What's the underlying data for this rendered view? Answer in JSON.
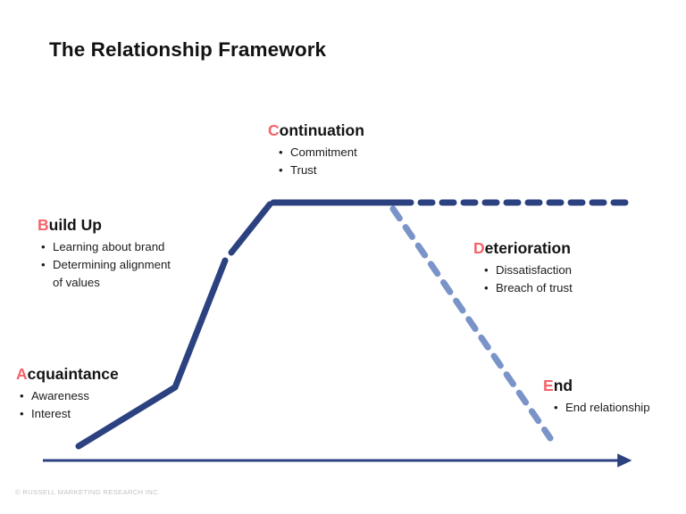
{
  "slide": {
    "title": "The Relationship Framework",
    "footer": "© RUSSELL MARKETING RESEARCH INC.",
    "background_color": "#ffffff",
    "accent_color": "#F4636B",
    "line_color_primary": "#2C4180",
    "line_color_secondary": "#7A93C8",
    "text_color": "#1a1a1a"
  },
  "stages": [
    {
      "id": "acquaintance",
      "accent_letter": "A",
      "rest_of_heading": "cquaintance",
      "heading": "Acquaintance",
      "bullets": [
        "Awareness",
        "Interest"
      ]
    },
    {
      "id": "buildup",
      "accent_letter": "B",
      "rest_of_heading": "uild Up",
      "heading": "Build Up",
      "bullets": [
        "Learning about brand",
        "Determining alignment\nof values"
      ]
    },
    {
      "id": "continuation",
      "accent_letter": "C",
      "rest_of_heading": "ontinuation",
      "heading": "Continuation",
      "bullets": [
        "Commitment",
        "Trust"
      ]
    },
    {
      "id": "deterioration",
      "accent_letter": "D",
      "rest_of_heading": "eterioration",
      "heading": "Deterioration",
      "bullets": [
        "Dissatisfaction",
        "Breach of trust"
      ]
    },
    {
      "id": "end",
      "accent_letter": "E",
      "rest_of_heading": "nd",
      "heading": "End",
      "bullets": [
        "End relationship"
      ]
    }
  ],
  "chart_data": {
    "type": "line",
    "title": "The Relationship Framework",
    "xlabel": "",
    "ylabel": "",
    "grid": false,
    "legend": "none",
    "axis": {
      "baseline_arrow": true,
      "x_start": 48,
      "x_end": 712,
      "y": 516,
      "color": "#2C4180"
    },
    "series": [
      {
        "name": "Acquaintance rise",
        "style": "solid",
        "color": "#2C4180",
        "points": [
          [
            88,
            500
          ],
          [
            196,
            434
          ]
        ]
      },
      {
        "name": "Build Up rise (lower)",
        "style": "solid",
        "color": "#2C4180",
        "points": [
          [
            196,
            434
          ],
          [
            252,
            292
          ]
        ]
      },
      {
        "name": "Build Up rise (upper)",
        "style": "solid",
        "color": "#2C4180",
        "points": [
          [
            259,
            283
          ],
          [
            302,
            228
          ]
        ]
      },
      {
        "name": "Continuation plateau (solid)",
        "style": "solid",
        "color": "#2C4180",
        "points": [
          [
            304,
            227
          ],
          [
            462,
            227
          ]
        ]
      },
      {
        "name": "Continuation plateau (dashed)",
        "style": "dashed",
        "color": "#2C4180",
        "points": [
          [
            462,
            227
          ],
          [
            712,
            227
          ]
        ]
      },
      {
        "name": "Deterioration decline",
        "style": "dashed",
        "color": "#7A93C8",
        "points": [
          [
            440,
            234
          ],
          [
            616,
            491
          ]
        ]
      }
    ]
  }
}
